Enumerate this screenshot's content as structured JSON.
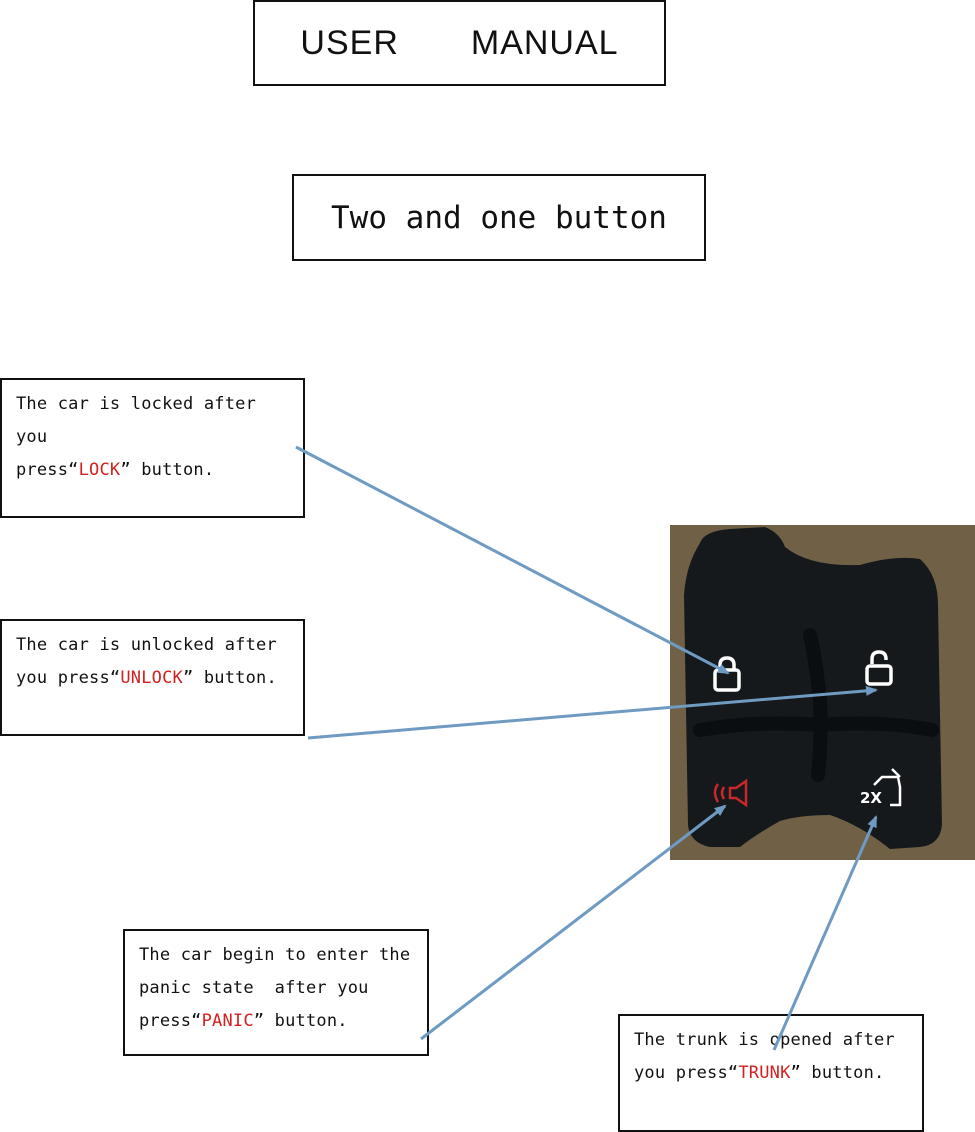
{
  "header": {
    "title_left": "USER",
    "title_right": "MANUAL",
    "subtitle": "Two and one button"
  },
  "callouts": {
    "lock": {
      "line1": "The car is locked after you",
      "line2_prefix": "press“",
      "key": "LOCK",
      "line2_suffix": "” button."
    },
    "unlock": {
      "line1": "The car is unlocked after",
      "line2_prefix": "you press“",
      "key": "UNLOCK",
      "line2_suffix": "” button."
    },
    "panic": {
      "line1": "The car begin to enter the",
      "line2": "panic state  after you",
      "line3_prefix": "press“",
      "key": "PANIC",
      "line3_suffix": "” button."
    },
    "trunk": {
      "line1": "The trunk is opened after",
      "line2_prefix": "you press“",
      "key": "TRUNK",
      "line2_suffix": "” button."
    }
  },
  "remote": {
    "buttons": [
      {
        "name": "lock",
        "icon": "lock-icon"
      },
      {
        "name": "unlock",
        "icon": "unlock-icon"
      },
      {
        "name": "panic",
        "icon": "panic-horn-icon"
      },
      {
        "name": "trunk",
        "icon": "trunk-2x-icon",
        "badge": "2X"
      }
    ]
  },
  "colors": {
    "key_text": "#d42020",
    "arrow": "#6f9ac2",
    "fob_rubber": "#15191c",
    "photo_background": "#7a6a4e",
    "panic_icon": "#c8282a",
    "icon_white": "#ffffff"
  }
}
